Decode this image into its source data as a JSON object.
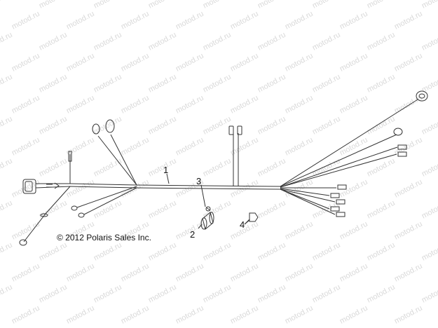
{
  "callouts": {
    "c1": "1",
    "c2": "2",
    "c3": "3",
    "c4": "4"
  },
  "copyright": "© 2012 Polaris Sales Inc.",
  "watermark": "motod.ru",
  "colors": {
    "line": "#333333",
    "watermark": "#d9d9d9",
    "background": "#ffffff"
  }
}
